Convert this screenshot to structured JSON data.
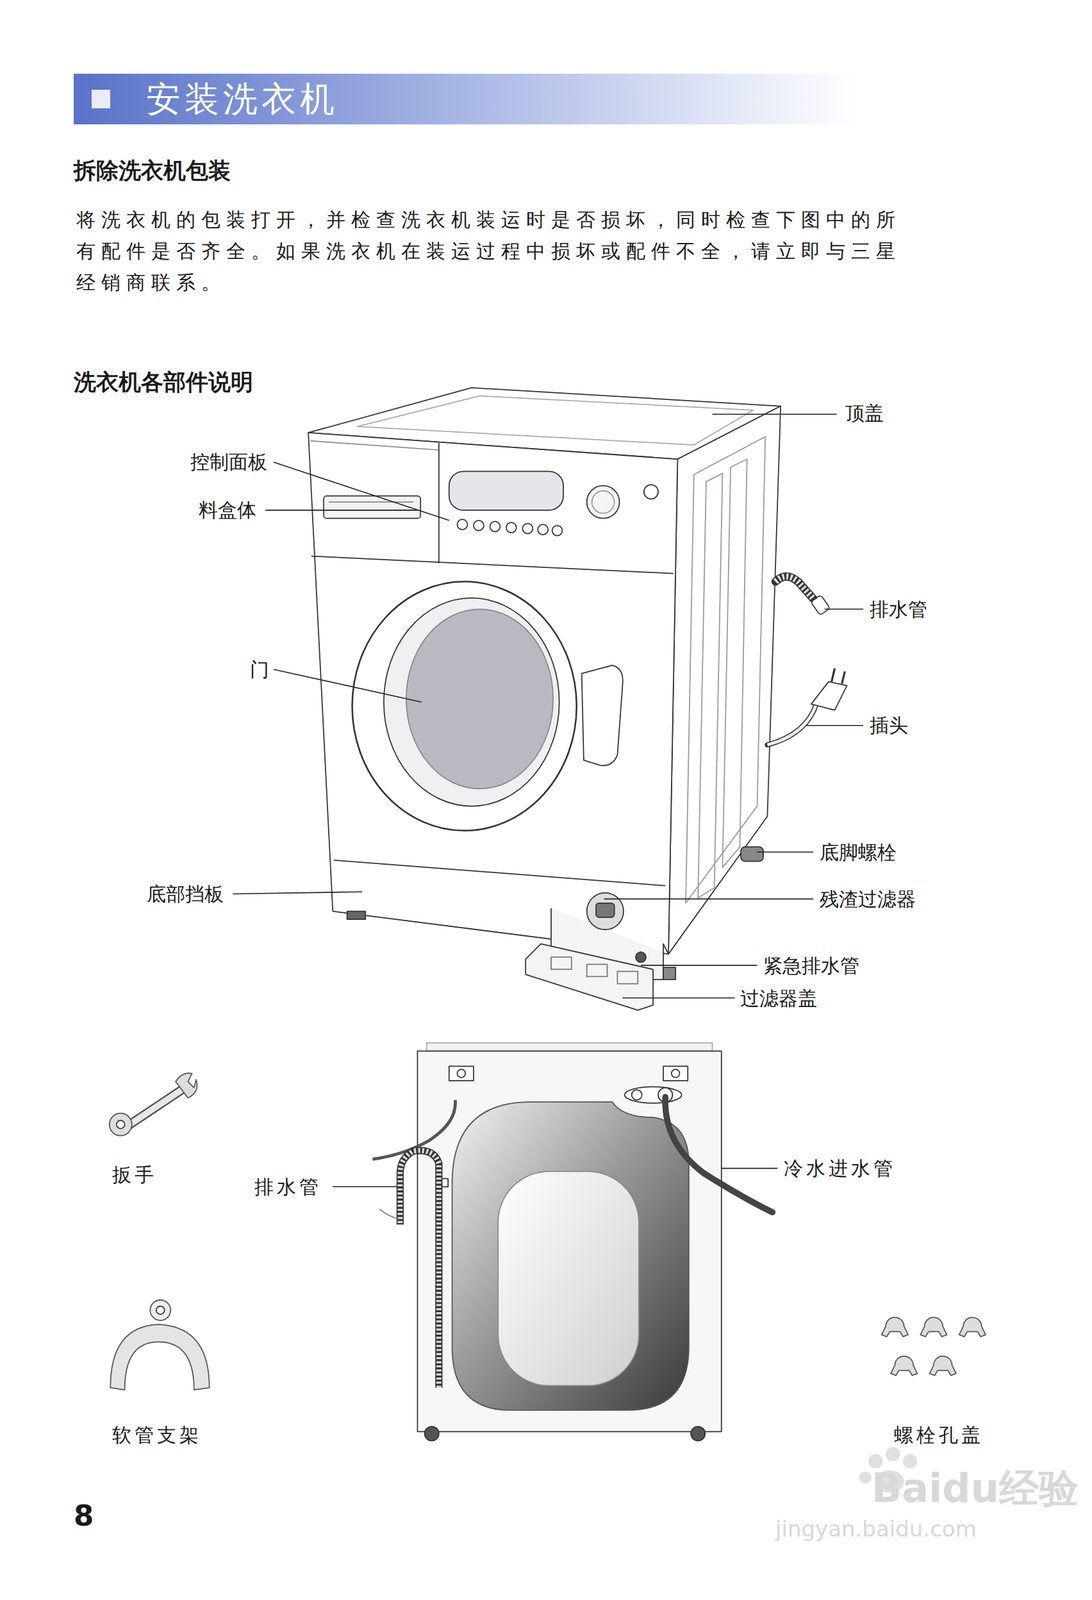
{
  "diagram": {
    "title": "安装洗衣机",
    "labels": [
      "拆除洗衣机包装",
      "将洗衣机的包装打开，并检查洗衣机装运时是否损坏，同时检查下图中的所有配件是否齐全。如果洗衣机在装运过程中损坏或配件不全，请立即与三星经销商联系。",
      "洗衣机各部件说明",
      "顶盖",
      "控制面板",
      "料盒体",
      "排水管",
      "门",
      "插头",
      "底脚螺栓",
      "底部挡板",
      "残渣过滤器",
      "紧急排水管",
      "过滤器盖",
      "扳手",
      "排水管",
      "冷水进水管",
      "软管支架",
      "螺栓孔盖",
      "8",
      "Baidu经验",
      "jingyan.baidu.com"
    ]
  }
}
